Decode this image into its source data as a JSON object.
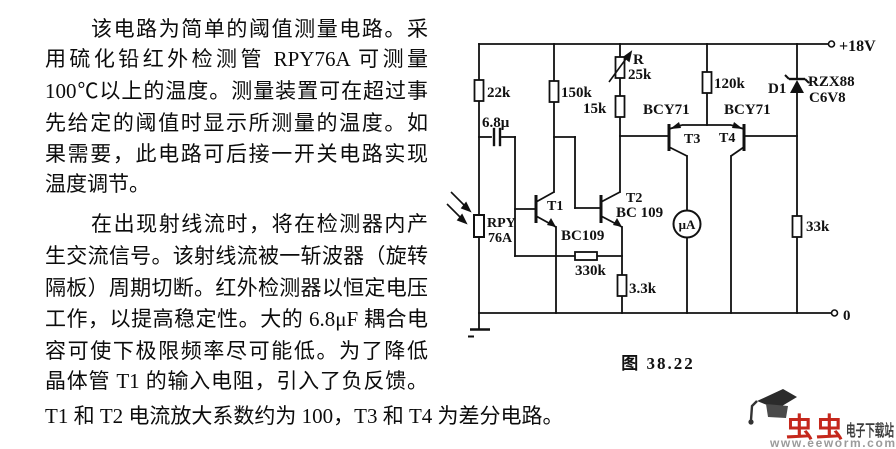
{
  "article": {
    "lines": [
      "该电路为简单的阈值测量电路。采",
      "用硫化铅红外检测管 RPY76A 可测量",
      "100℃以上的温度。测量装置可在超过事",
      "先给定的阈值时显示所测量的温度。如",
      "果需要，此电路可后接一开关电路实现",
      "温度调节。",
      "在出现射线流时，将在检测器内产",
      "生交流信号。该射线流被一斩波器（旋转",
      "隔板）周期切断。红外检测器以恒定电压",
      "工作，以提高稳定性。大的 6.8μF 耦合电",
      "容可使下极限频率尽可能低。为了降低",
      "晶体管 T1 的输入电阻，引入了负反馈。",
      "T1 和 T2 电流放大系数约为 100，T3 和 T4 为差分电路。"
    ]
  },
  "circuit": {
    "caption": "图 38.22",
    "supply_label": "+18V",
    "ground_label": "0",
    "labels": {
      "r22k": "22k",
      "cap": "6.8μ",
      "r150k": "150k",
      "pot_ref": "R",
      "pot_val": "25k",
      "r15k": "15k",
      "r120k": "120k",
      "d1_ref": "D1",
      "d1_type_line1": "RZX88",
      "d1_type_line2": "C6V8",
      "t3_type": "BCY71",
      "t4_type": "BCY71",
      "t3_ref": "T3",
      "t4_ref": "T4",
      "t1_ref": "T1",
      "t2_ref": "T2",
      "t1_type": "BC109",
      "t2_type": "BC 109",
      "detector_line1": "RPY",
      "detector_line2": "76A",
      "r330k": "330k",
      "r3k3": "3.3k",
      "meter": "μA",
      "r33k": "33k"
    }
  },
  "watermark": {
    "brand_red": "虫虫",
    "brand_suffix": "电子下载站",
    "url": "www.eeworm.com",
    "colors": {
      "red": "#c5281c",
      "dark": "#3d3d3d",
      "gray": "#9b9b9b"
    }
  }
}
